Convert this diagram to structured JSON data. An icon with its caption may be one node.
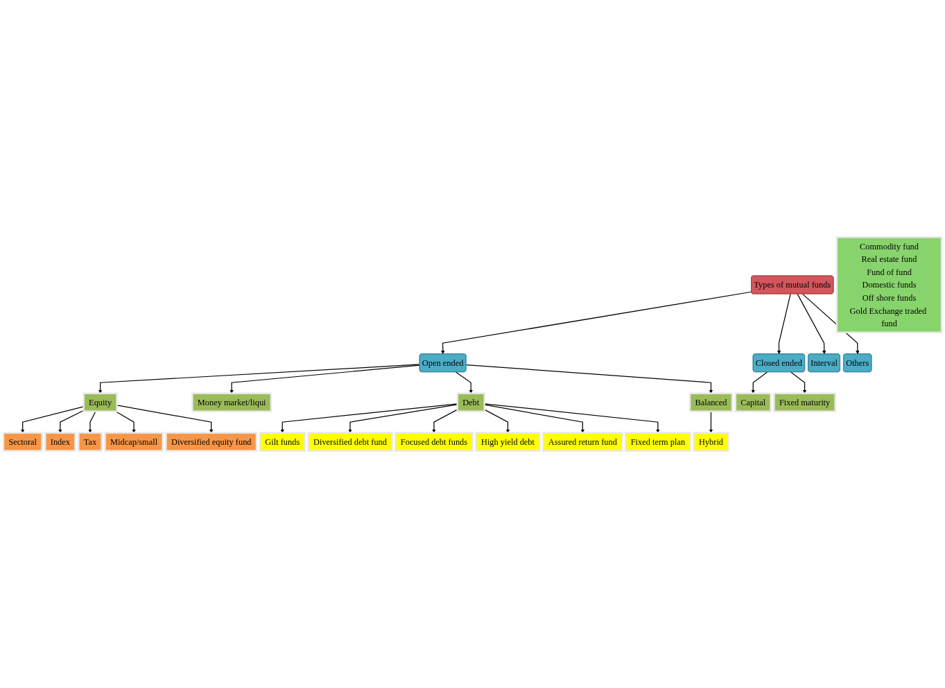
{
  "diagram": {
    "nodes": [
      {
        "text": [
          "Types of mutual funds"
        ]
      },
      {
        "text": [
          "Open ended"
        ]
      },
      {
        "text": [
          "Closed ended"
        ]
      },
      {
        "text": [
          "Interval"
        ]
      },
      {
        "text": [
          "Others"
        ]
      },
      {
        "text": [
          "Equity"
        ]
      },
      {
        "text": [
          "Money market/liqui"
        ]
      },
      {
        "text": [
          "Debt"
        ]
      },
      {
        "text": [
          "Balanced"
        ]
      },
      {
        "text": [
          "Capital"
        ]
      },
      {
        "text": [
          "Fixed maturity"
        ]
      },
      {
        "text": [
          "Hybrid"
        ]
      },
      {
        "text": [
          "Sectoral"
        ]
      },
      {
        "text": [
          "Index"
        ]
      },
      {
        "text": [
          "Tax"
        ]
      },
      {
        "text": [
          "Midcap/small"
        ]
      },
      {
        "text": [
          "Diversified equity fund"
        ]
      },
      {
        "text": [
          "Gilt funds"
        ]
      },
      {
        "text": [
          "Diversified debt fund"
        ]
      },
      {
        "text": [
          "Focused debt funds"
        ]
      },
      {
        "text": [
          "High yield debt"
        ]
      },
      {
        "text": [
          "Assured return fund"
        ]
      },
      {
        "text": [
          "Fixed term plan"
        ]
      },
      {
        "text": [
          "Commodity fund",
          "Real estate fund",
          "Fund of fund",
          "Domestic funds",
          "Off shore funds",
          "Gold Exchange traded fund"
        ]
      }
    ],
    "edges": [
      {
        "from": 0,
        "to": 1,
        "arrow": "to"
      },
      {
        "from": 0,
        "to": 2,
        "arrow": "to"
      },
      {
        "from": 0,
        "to": 3,
        "arrow": "to"
      },
      {
        "from": 0,
        "to": 4,
        "arrow": "to"
      },
      {
        "from": 1,
        "to": 5,
        "arrow": "to"
      },
      {
        "from": 1,
        "to": 6,
        "arrow": "to"
      },
      {
        "from": 1,
        "to": 7,
        "arrow": "to"
      },
      {
        "from": 1,
        "to": 8,
        "arrow": "to"
      },
      {
        "from": 2,
        "to": 9,
        "arrow": "to"
      },
      {
        "from": 2,
        "to": 10,
        "arrow": "to"
      },
      {
        "from": 8,
        "to": 11,
        "arrow": "to"
      },
      {
        "from": 5,
        "to": 12,
        "arrow": "to"
      },
      {
        "from": 5,
        "to": 13,
        "arrow": "to"
      },
      {
        "from": 5,
        "to": 14,
        "arrow": "to"
      },
      {
        "from": 5,
        "to": 15,
        "arrow": "to"
      },
      {
        "from": 5,
        "to": 16,
        "arrow": "to"
      },
      {
        "from": 7,
        "to": 17,
        "arrow": "to"
      },
      {
        "from": 7,
        "to": 18,
        "arrow": "to"
      },
      {
        "from": 7,
        "to": 19,
        "arrow": "to"
      },
      {
        "from": 7,
        "to": 20,
        "arrow": "to"
      },
      {
        "from": 7,
        "to": 21,
        "arrow": "to"
      },
      {
        "from": 7,
        "to": 22,
        "arrow": "to"
      }
    ]
  }
}
